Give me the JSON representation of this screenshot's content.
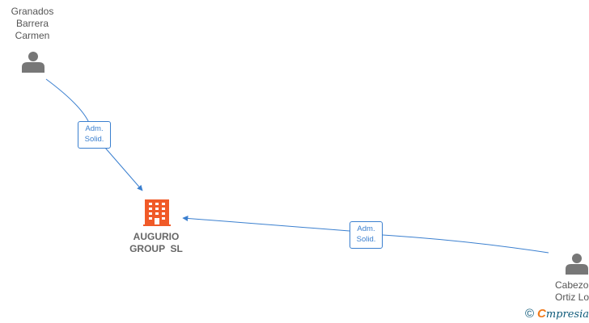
{
  "nodes": {
    "person1": {
      "name": "Granados\nBarrera\nCarmen",
      "icon": "person-icon"
    },
    "person2": {
      "name": "Cabezo\nOrtiz Lore",
      "icon": "person-icon"
    },
    "company": {
      "line1": "AUGURIO",
      "line2": "GROUP  SL",
      "icon": "building-icon"
    }
  },
  "edges": [
    {
      "from": "person1",
      "to": "company",
      "label_line1": "Adm.",
      "label_line2": "Solid."
    },
    {
      "from": "person2",
      "to": "company",
      "label_line1": "Adm.",
      "label_line2": "Solid."
    }
  ],
  "colors": {
    "edge": "#3a7fcf",
    "person": "#777777",
    "company": "#f05a28",
    "text": "#555555"
  },
  "watermark": {
    "symbol": "©",
    "brand_first": "C",
    "brand_rest": "mpresia"
  }
}
